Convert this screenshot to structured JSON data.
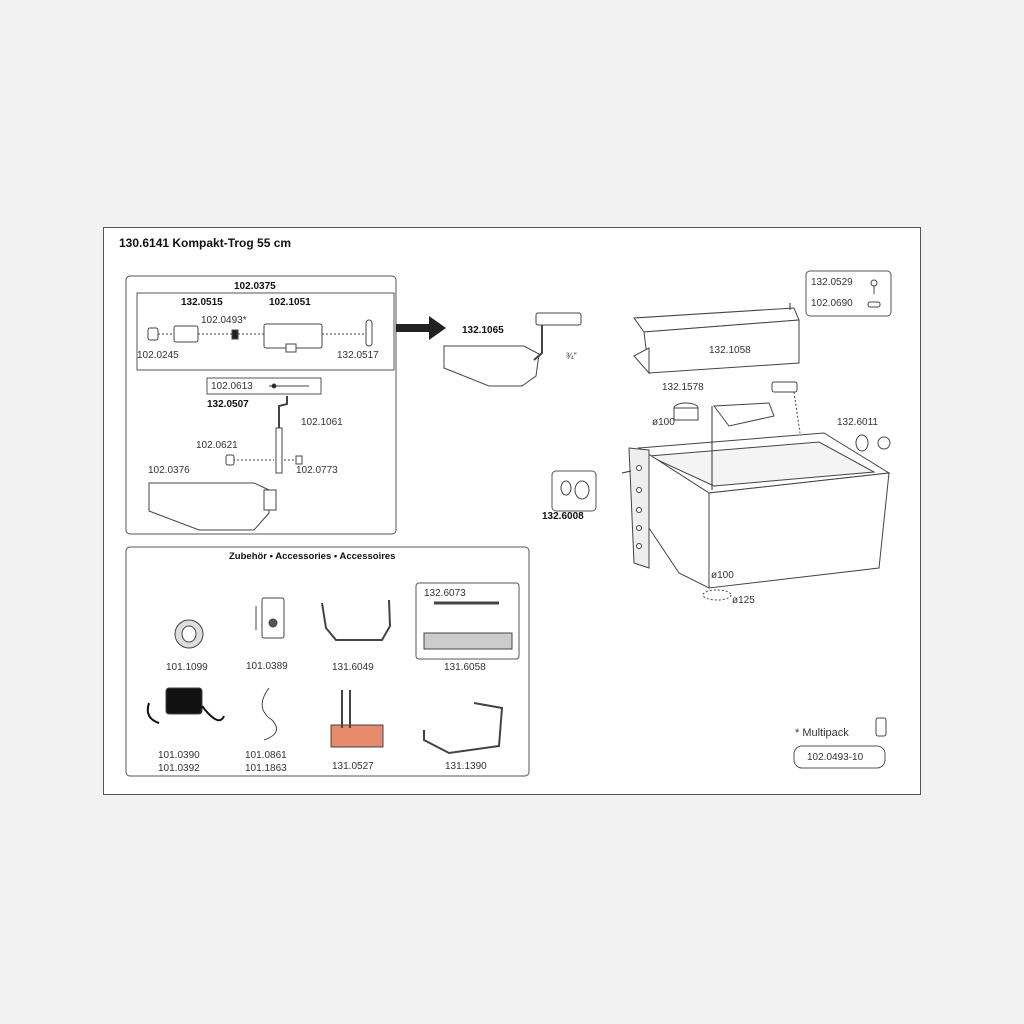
{
  "title": "130.6141 Kompakt-Trog 55 cm",
  "assembly": {
    "group": "102.0375",
    "p132_0515": "132.0515",
    "p102_1051": "102.1051",
    "p102_0493": "102.0493*",
    "p102_0245": "102.0245",
    "p132_0517": "132.0517",
    "p102_0613": "102.0613",
    "p132_0507": "132.0507",
    "p102_1061": "102.1061",
    "p102_0621": "102.0621",
    "p102_0773": "102.0773",
    "p102_0376": "102.0376",
    "p132_1065": "132.1065",
    "fraction": "¾\""
  },
  "trough": {
    "p132_0529": "132.0529",
    "p102_0690": "102.0690",
    "p132_1058": "132.1058",
    "p132_1578": "132.1578",
    "d100_top": "ø100",
    "p132_6011": "132.6011",
    "p132_6008": "132.6008",
    "d100_bottom": "ø100",
    "d125": "ø125"
  },
  "accessories": {
    "header": "Zubehör • Accessories • Accessoires",
    "items": [
      {
        "code": "101.1099",
        "icon": "pipe-sleeve-icon"
      },
      {
        "code": "101.0389",
        "icon": "thermostat-icon"
      },
      {
        "code": "131.6049",
        "icon": "bracket-icon"
      },
      {
        "code": "131.6058",
        "icon": "heating-tray-icon",
        "sub": "132.6073"
      },
      {
        "code": "101.0390",
        "code2": "101.0392",
        "icon": "transformer-icon"
      },
      {
        "code": "101.0861",
        "code2": "101.1863",
        "icon": "cable-icon"
      },
      {
        "code": "131.0527",
        "icon": "heating-plate-icon"
      },
      {
        "code": "131.1390",
        "icon": "guard-bar-icon"
      }
    ]
  },
  "multipack": {
    "label": "* Multipack",
    "code": "102.0493-10"
  }
}
